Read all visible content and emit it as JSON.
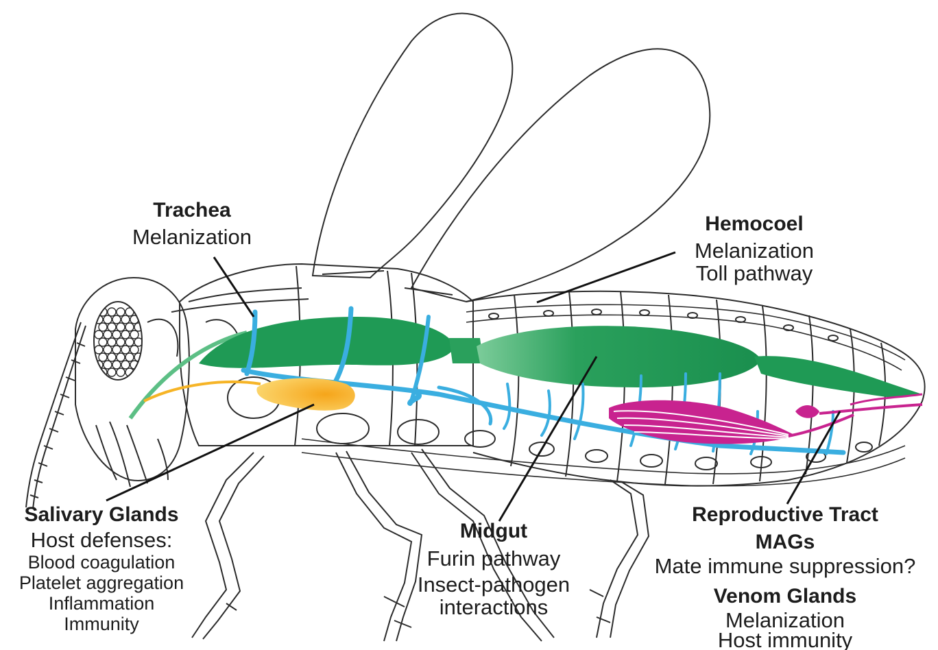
{
  "colors": {
    "outline": "#2b2b2b",
    "gut": "#1f9a55",
    "gut_light": "#5cbf85",
    "trachea": "#3aaee0",
    "salivary": "#f6b426",
    "reproductive": "#c8238f"
  },
  "labels": {
    "trachea": {
      "title": "Trachea",
      "lines": [
        "Melanization"
      ]
    },
    "hemocoel": {
      "title": "Hemocoel",
      "lines": [
        "Melanization",
        "Toll pathway"
      ]
    },
    "salivary": {
      "title": "Salivary Glands",
      "subtitle": "Host defenses:",
      "lines": [
        "Blood coagulation",
        "Platelet aggregation",
        "Inflammation",
        "Immunity"
      ]
    },
    "midgut": {
      "title": "Midgut",
      "lines": [
        "Furin pathway",
        "Insect-pathogen",
        "interactions"
      ]
    },
    "reproductive": {
      "title": "Reproductive Tract",
      "title2": "MAGs",
      "lines": [
        "Mate immune suppression?"
      ]
    },
    "venom": {
      "title": "Venom Glands",
      "lines": [
        "Melanization",
        "Host immunity"
      ]
    }
  }
}
